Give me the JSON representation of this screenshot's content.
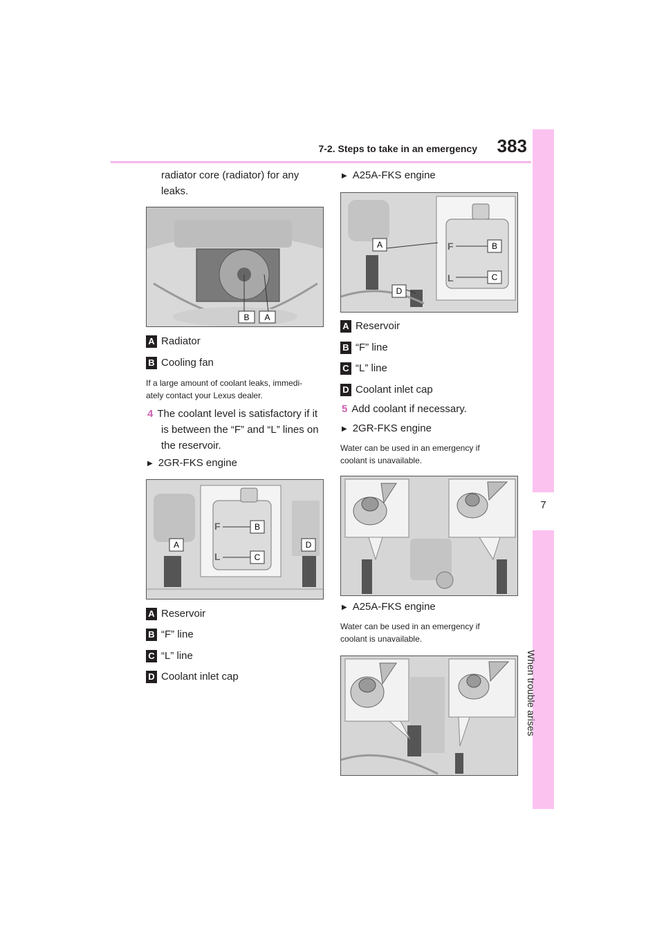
{
  "header": {
    "section_title": "7-2. Steps to take in an emergency",
    "page_number": "383"
  },
  "side_tab": {
    "chapter_number": "7",
    "chapter_title": "When trouble arises"
  },
  "left": {
    "intro_line1": "radiator core (radiator) for any",
    "intro_line2": "leaks.",
    "fig1": {
      "callout_b": "B",
      "callout_a": "A"
    },
    "legend1": [
      {
        "letter": "A",
        "text": "Radiator"
      },
      {
        "letter": "B",
        "text": "Cooling fan"
      }
    ],
    "note1_line1": "If a large amount of coolant leaks, immedi-",
    "note1_line2": "ately contact your Lexus dealer.",
    "step4": {
      "number": "4",
      "line1": "The coolant level is satisfactory if it",
      "line2": "is between the “F” and “L” lines on",
      "line3": "the reservoir."
    },
    "engine_2gr": "2GR-FKS engine",
    "fig2": {
      "f": "F",
      "l": "L",
      "callout_a": "A",
      "callout_b": "B",
      "callout_c": "C",
      "callout_d": "D"
    },
    "legend2": [
      {
        "letter": "A",
        "text": "Reservoir"
      },
      {
        "letter": "B",
        "text": "“F” line"
      },
      {
        "letter": "C",
        "text": "“L” line"
      },
      {
        "letter": "D",
        "text": "Coolant inlet cap"
      }
    ]
  },
  "right": {
    "engine_a25a": "A25A-FKS engine",
    "fig3": {
      "f": "F",
      "l": "L",
      "callout_a": "A",
      "callout_b": "B",
      "callout_c": "C",
      "callout_d": "D"
    },
    "legend3": [
      {
        "letter": "A",
        "text": "Reservoir"
      },
      {
        "letter": "B",
        "text": "“F” line"
      },
      {
        "letter": "C",
        "text": "“L” line"
      },
      {
        "letter": "D",
        "text": "Coolant inlet cap"
      }
    ],
    "step5": {
      "number": "5",
      "text": "Add coolant if necessary."
    },
    "engine_2gr_2": "2GR-FKS engine",
    "note2_line1": "Water can be used in an emergency if",
    "note2_line2": "coolant is unavailable.",
    "engine_a25a_2": "A25A-FKS engine",
    "note3_line1": "Water can be used in an emergency if",
    "note3_line2": "coolant is unavailable."
  },
  "icons": {
    "bullet": "triangle-bullet-icon"
  },
  "colors": {
    "accent_pink": "#fbc2f0",
    "rule_pink": "#f7b7ea",
    "step_number": "#d060b0"
  }
}
